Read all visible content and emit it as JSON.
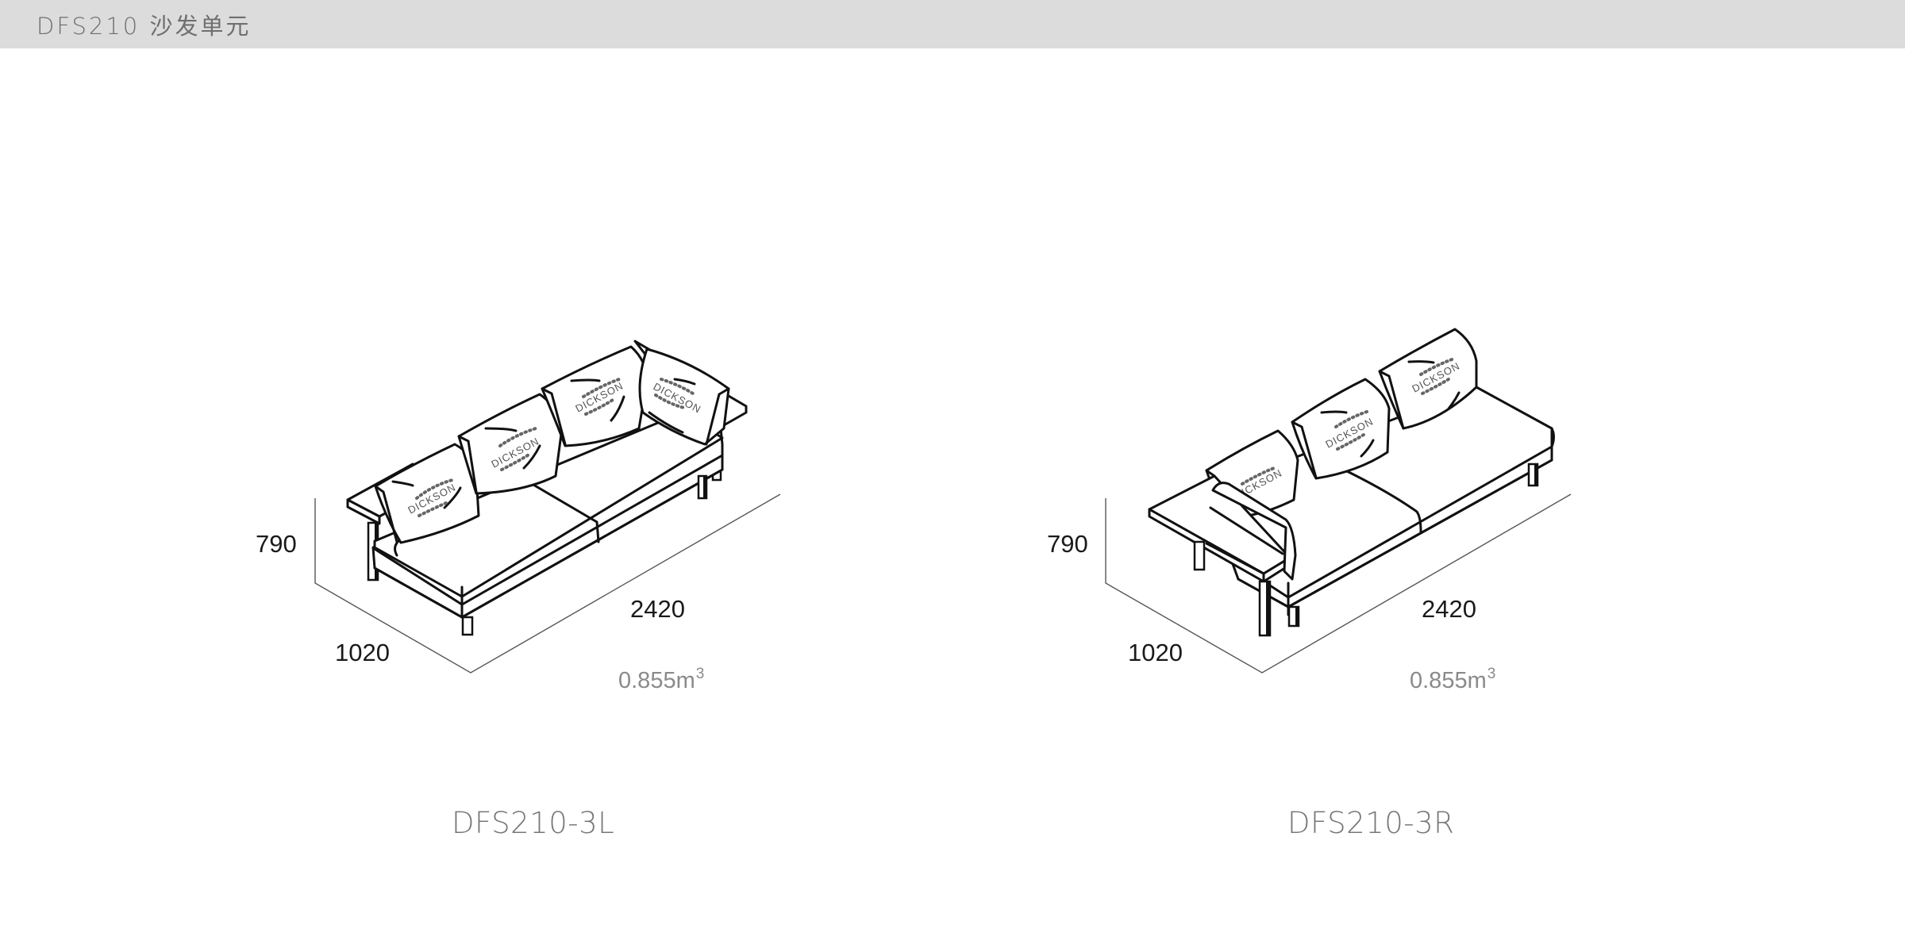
{
  "header": {
    "title": "DFS210 沙发单元",
    "background_color": "#dcdcdc",
    "text_color": "#6f6f6f"
  },
  "products": [
    {
      "model": "DFS210-3L",
      "dimensions": {
        "height": "790",
        "depth": "1020",
        "width": "2420"
      },
      "volume": {
        "value": "0.855m",
        "unit_superscript": "3"
      },
      "cushion_logo": "DICKSON",
      "back_cushion_count": 4,
      "side_table": "left and right ends"
    },
    {
      "model": "DFS210-3R",
      "dimensions": {
        "height": "790",
        "depth": "1020",
        "width": "2420"
      },
      "volume": {
        "value": "0.855m",
        "unit_superscript": "3"
      },
      "cushion_logo": "DICKSON",
      "back_cushion_count": 3,
      "side_table": "left end"
    }
  ]
}
